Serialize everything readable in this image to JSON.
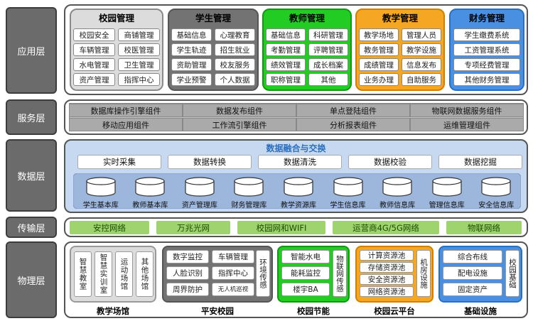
{
  "layers": {
    "application": "应用层",
    "service": "服务层",
    "data": "数据层",
    "transmission": "传输层",
    "physical": "物理层"
  },
  "application": {
    "categories": [
      {
        "title": "校园管理",
        "color": "#dcdcdc",
        "border": "#8a8a8a",
        "items": [
          "校园安全",
          "商铺管理",
          "车辆管理",
          "校医管理",
          "水电管理",
          "卫生管理",
          "资产管理",
          "指挥中心"
        ]
      },
      {
        "title": "学生管理",
        "color": "#737373",
        "border": "#555555",
        "items": [
          "基础信息",
          "心理教育",
          "学生轨迹",
          "招生就业",
          "资助管理",
          "校友服务",
          "学业预警",
          "个人数据"
        ]
      },
      {
        "title": "教师管理",
        "color": "#22cc22",
        "border": "#119911",
        "items": [
          "基础信息",
          "科研管理",
          "考勤管理",
          "评聘管理",
          "绩效管理",
          "成长档案",
          "职称管理",
          "其他"
        ]
      },
      {
        "title": "教学管理",
        "color": "#f5a623",
        "border": "#d08000",
        "items": [
          "教学场地",
          "管理人员",
          "教务管理",
          "教学设施",
          "成绩管理",
          "信息发布",
          "业务办理",
          "自助服务"
        ]
      },
      {
        "title": "财务管理",
        "color": "#4a90e2",
        "border": "#2a6fc0",
        "items": [
          "学生缴费系统",
          "工资管理系统",
          "专项经费管理",
          "其他财务管理"
        ]
      }
    ]
  },
  "service": {
    "row1": [
      "数据库操作引擎组件",
      "数据发布组件",
      "单点登陆组件",
      "物联网数据服务组件"
    ],
    "row2": [
      "移动应用组件",
      "工作流引擎组件",
      "分析报表组件",
      "运维管理组件"
    ]
  },
  "data": {
    "title": "数据融合与交换",
    "processes": [
      "实时采集",
      "数据转换",
      "数据清洗",
      "数据校验",
      "数据挖掘"
    ],
    "databases": [
      "学生基本库",
      "教师基本库",
      "资产管理库",
      "财务管理库",
      "教学资源库",
      "学生信息库",
      "教师信息库",
      "管理信息库",
      "安全信息库"
    ]
  },
  "transmission": {
    "items": [
      "安控网络",
      "万兆光网",
      "校园网和WIFI",
      "运营商4G/5G网络",
      "物联网络"
    ]
  },
  "physical": {
    "groups": [
      {
        "title": "教学场馆",
        "color": "#dcdcdc",
        "border": "#999999",
        "items": [
          "智慧教室",
          "智慧实训室",
          "运动场馆",
          "其他场馆"
        ]
      },
      {
        "title": "平安校园",
        "color": "#737373",
        "border": "#555555",
        "items": [
          "数字监控",
          "车辆管理",
          "人脸识别",
          "指挥中心",
          "周界防护",
          "无人机巡视"
        ],
        "side": "环境传感"
      },
      {
        "title": "校园节能",
        "color": "#22cc22",
        "border": "#119911",
        "items": [
          "智能水电",
          "能耗监控",
          "楼宇BA"
        ],
        "side": "物联网传感"
      },
      {
        "title": "校园云平台",
        "color": "#f5a623",
        "border": "#d08000",
        "items": [
          "计算资源池",
          "存储资源池",
          "安全资源池",
          "网络资源池"
        ],
        "side": "机房设施"
      },
      {
        "title": "基础设施",
        "color": "#4a90e2",
        "border": "#2a6fc0",
        "items": [
          "综合布线",
          "配电设施",
          "固定资产"
        ],
        "side": "校园基础"
      }
    ]
  }
}
